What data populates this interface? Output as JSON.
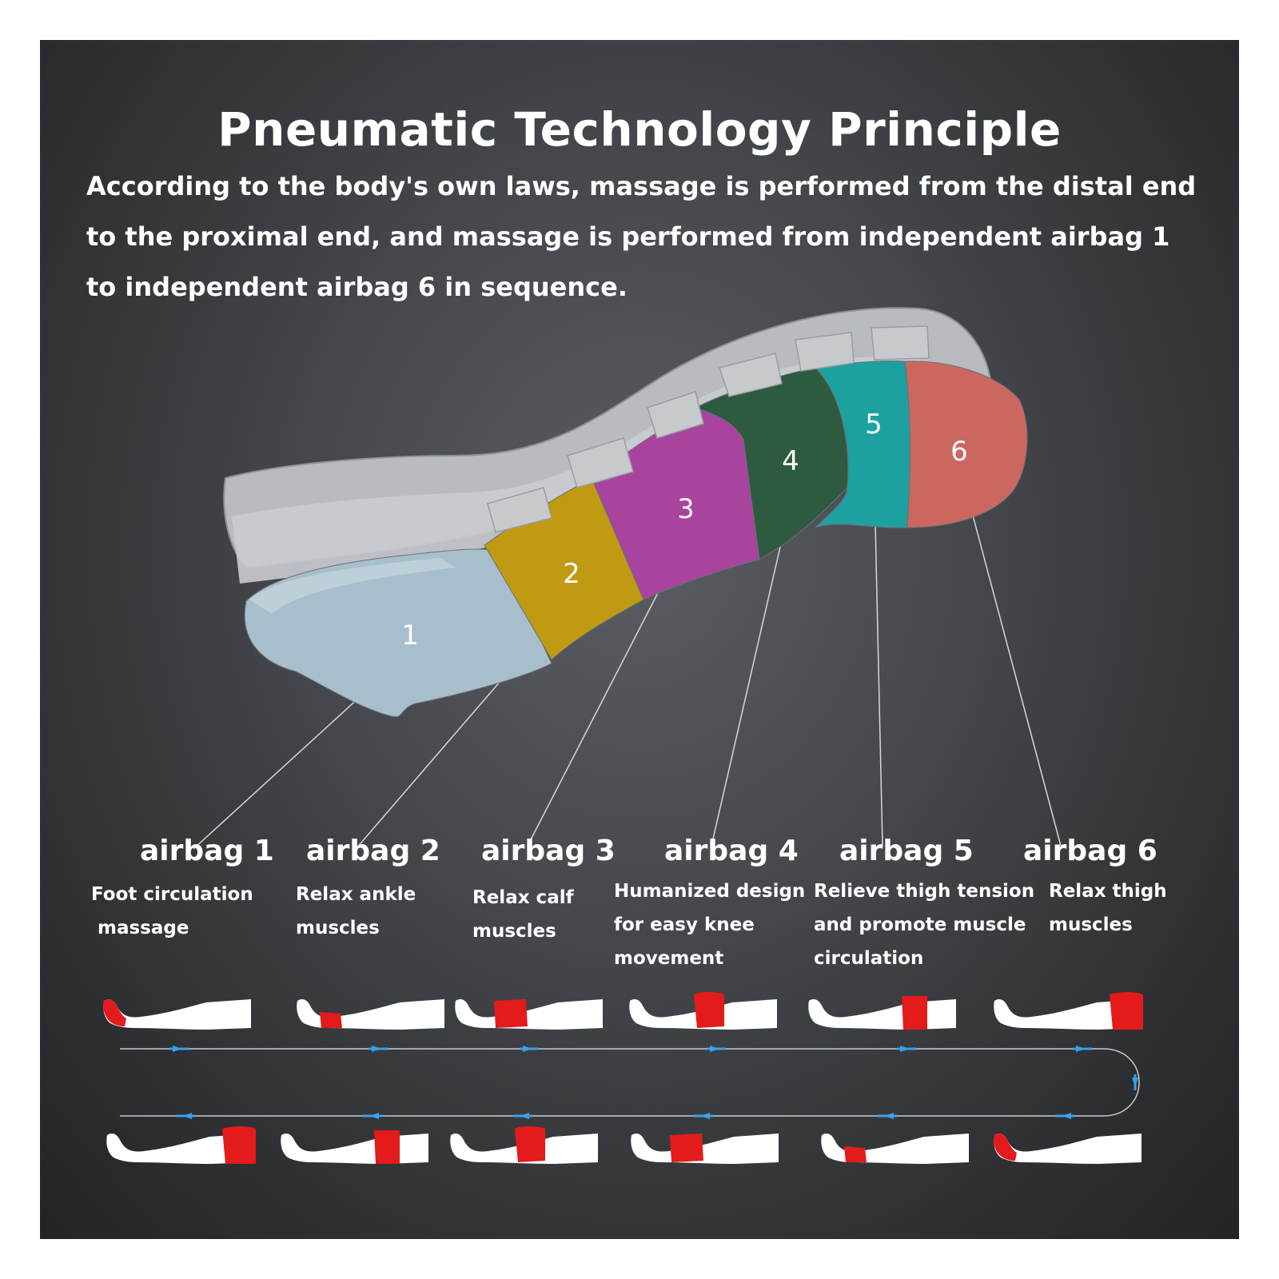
{
  "title": "Pneumatic Technology Principle",
  "description": "According to the body's own laws, massage is performed from the distal end to the proximal end, and massage is performed from independent airbag 1 to independent airbag 6 in sequence.",
  "segments": [
    {
      "number": "1",
      "color": "#a7bfcc"
    },
    {
      "number": "2",
      "color": "#c09a12"
    },
    {
      "number": "3",
      "color": "#a8439e"
    },
    {
      "number": "4",
      "color": "#2e5a40"
    },
    {
      "number": "5",
      "color": "#1da0a0"
    },
    {
      "number": "6",
      "color": "#cc6760"
    }
  ],
  "airbags": [
    {
      "name": "airbag 1",
      "desc": "Foot circulation\n massage"
    },
    {
      "name": "airbag 2",
      "desc": "Relax ankle\nmuscles"
    },
    {
      "name": "airbag 3",
      "desc": "Relax calf\nmuscles"
    },
    {
      "name": "airbag 4",
      "desc": "Humanized design\nfor easy knee\nmovement"
    },
    {
      "name": "airbag 5",
      "desc": "Relieve thigh tension\nand promote muscle\ncirculation"
    },
    {
      "name": "airbag 6",
      "desc": "Relax thigh\nmuscles"
    }
  ],
  "sequence": {
    "top_row_highlight": [
      1,
      2,
      3,
      4,
      5,
      6
    ],
    "bottom_row_highlight": [
      6,
      5,
      4,
      3,
      2,
      1
    ],
    "highlight_color": "#e31b1b",
    "arrow_color": "#3aa0e8"
  }
}
